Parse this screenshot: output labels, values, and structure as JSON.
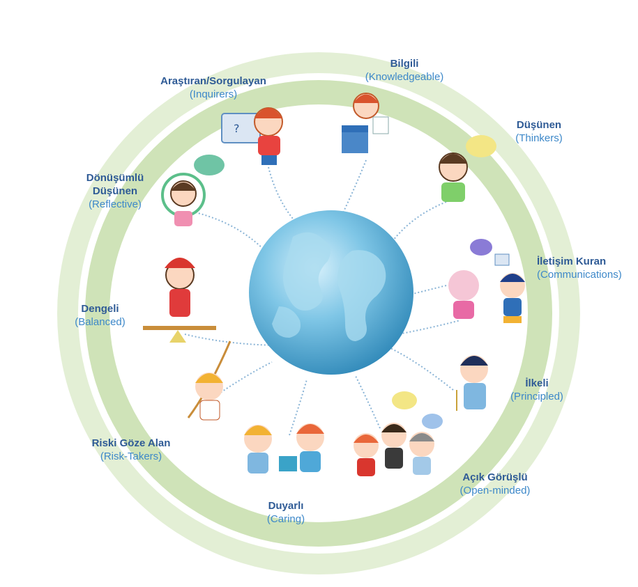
{
  "colors": {
    "outer_ring": "#e3efd5",
    "inner_ring": "#cfe3b8",
    "title_text": "#2f5b96",
    "subtitle_text": "#3d88c9",
    "globe": "#5fb3d9",
    "connector": "#8ab4d6"
  },
  "center": {
    "icon": "globe-icon"
  },
  "attributes": [
    {
      "id": "inquirers",
      "turkish": "Araştıran/Sorgulayan",
      "english": "(Inquirers)"
    },
    {
      "id": "knowledgeable",
      "turkish": "Bilgili",
      "english": "(Knowledgeable)"
    },
    {
      "id": "thinkers",
      "turkish": "Düşünen",
      "english": "(Thinkers)"
    },
    {
      "id": "reflective",
      "turkish": "Dönüşümlü Düşünen",
      "english": "(Reflective)"
    },
    {
      "id": "communicators",
      "turkish": "İletişim Kuran",
      "english": "(Communications)"
    },
    {
      "id": "balanced",
      "turkish": "Dengeli",
      "english": "(Balanced)"
    },
    {
      "id": "principled",
      "turkish": "İlkeli",
      "english": "(Principled)"
    },
    {
      "id": "risk-takers",
      "turkish": "Riski Göze Alan",
      "english": "(Risk-Takers)"
    },
    {
      "id": "open-minded",
      "turkish": "Açık Görüşlü",
      "english": "(Open-minded)"
    },
    {
      "id": "caring",
      "turkish": "Duyarlı",
      "english": "(Caring)"
    }
  ]
}
